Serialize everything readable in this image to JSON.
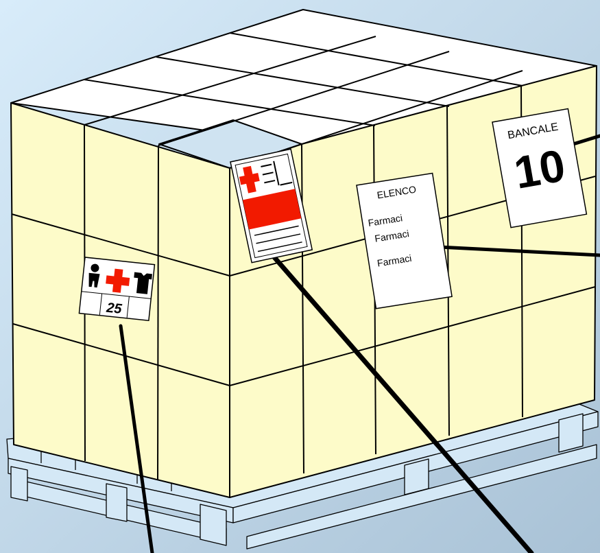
{
  "colors": {
    "background_top_left": "#d8ecfa",
    "background_bottom_right": "#a9c2d6",
    "box_face": "#fdfbc9",
    "box_top": "#ffffff",
    "box_top_opened": "#cfe3f1",
    "outline": "#000000",
    "pallet": "#d4e8f6",
    "red_cross": "#f21a00",
    "label": "#ffffff"
  },
  "labels": {
    "bancale": {
      "heading": "BANCALE",
      "number": "10"
    },
    "elenco": {
      "heading": "ELENCO",
      "lines": [
        "Farmaci",
        "Farmaci",
        "Farmaci"
      ]
    },
    "package_label": {
      "icons": [
        "person-icon",
        "red-cross-icon",
        "tshirt-icon"
      ],
      "count": "25"
    },
    "box_label": {
      "icons": [
        "red-cross-icon"
      ]
    }
  }
}
